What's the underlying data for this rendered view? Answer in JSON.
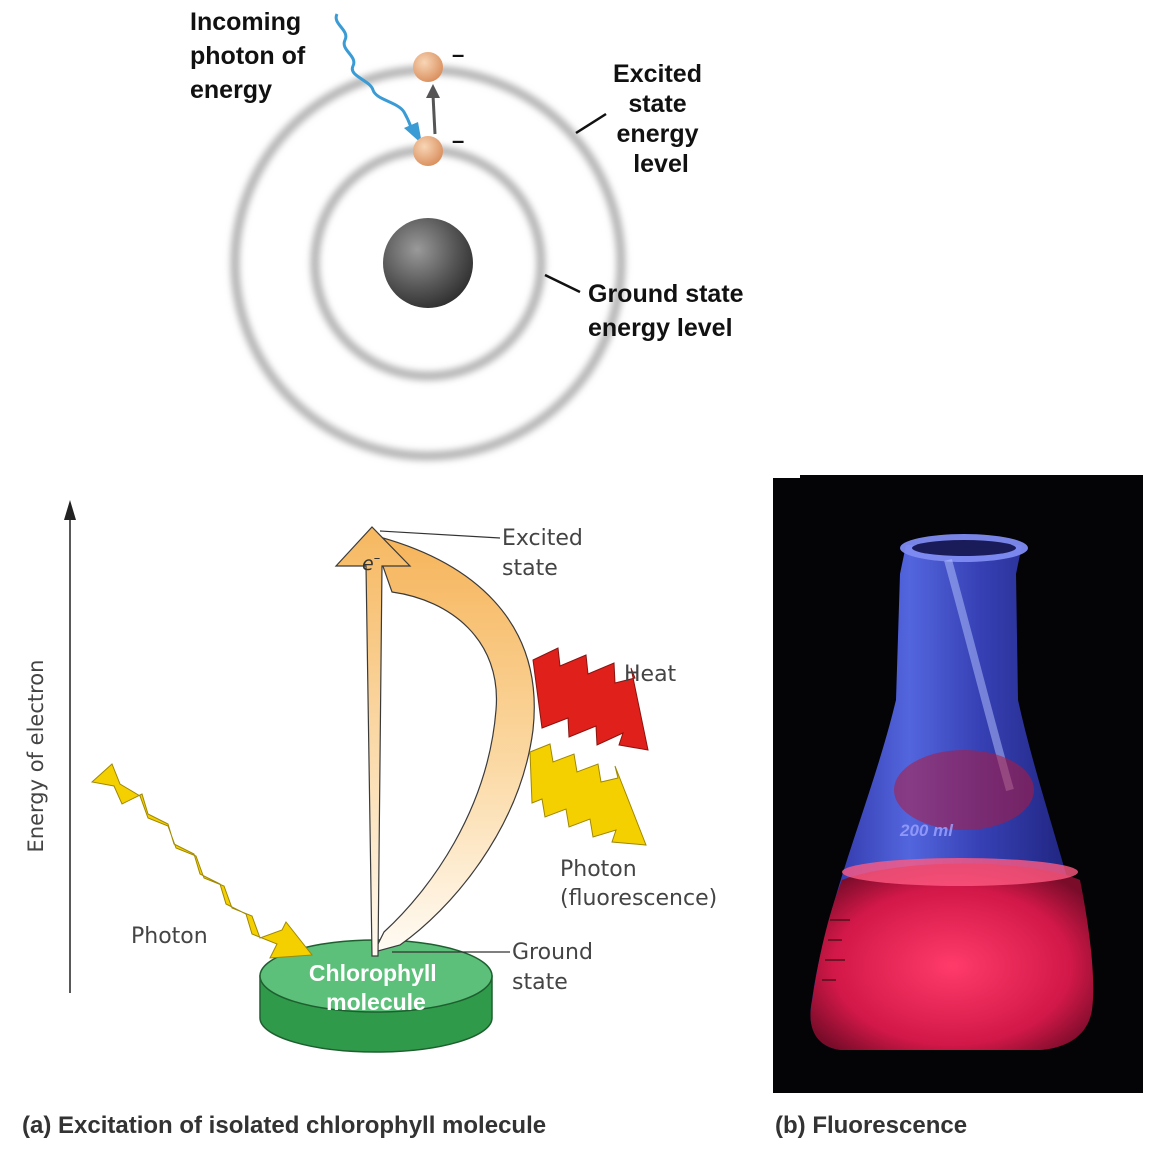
{
  "atom_diagram": {
    "incoming_photon_label": [
      "Incoming",
      "photon of",
      "energy"
    ],
    "electron_charge": "–",
    "excited_label": [
      "Excited",
      "state",
      "energy",
      "level"
    ],
    "ground_label": [
      "Ground state",
      "energy level"
    ]
  },
  "panel_a": {
    "axis_label": "Energy of electron",
    "electron_symbol": "e",
    "electron_superscript": "–",
    "excited_state_label": [
      "Excited",
      "state"
    ],
    "heat_label": "Heat",
    "photon_emitted_label": [
      "Photon",
      "(fluorescence)"
    ],
    "photon_incoming_label": "Photon",
    "ground_state_label": [
      "Ground",
      "state"
    ],
    "chlorophyll_label": [
      "Chlorophyll",
      "molecule"
    ],
    "caption": "(a) Excitation of isolated chlorophyll molecule"
  },
  "panel_b": {
    "flask_marking": "200 ml",
    "caption": "(b) Fluorescence"
  },
  "colors": {
    "photon_incoming_arrow": "#3a9bd5",
    "electron": "#e8a878",
    "nucleus": "#555555",
    "photon_yellow": "#f5d000",
    "heat_red": "#e0201a",
    "electron_arrow_fill": "#f7c275",
    "chlorophyll_green": "#5cbf7a",
    "fluorescence_red": "#e5204a",
    "flask_blue": "#4a5bd8"
  }
}
